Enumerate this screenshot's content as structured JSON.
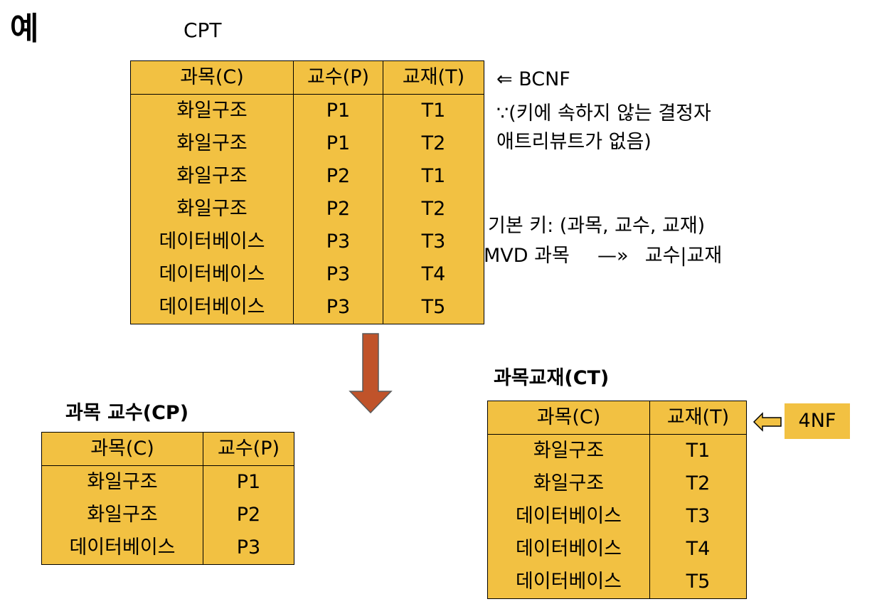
{
  "page_title": "예",
  "cpt": {
    "label": "CPT",
    "headers": [
      "과목(C)",
      "교수(P)",
      "교재(T)"
    ],
    "rows": [
      [
        "화일구조",
        "P1",
        "T1"
      ],
      [
        "화일구조",
        "P1",
        "T2"
      ],
      [
        "화일구조",
        "P2",
        "T1"
      ],
      [
        "화일구조",
        "P2",
        "T2"
      ],
      [
        "데이터베이스",
        "P3",
        "T3"
      ],
      [
        "데이터베이스",
        "P3",
        "T4"
      ],
      [
        "데이터베이스",
        "P3",
        "T5"
      ]
    ]
  },
  "notes": {
    "bcnf_line": "⇐ BCNF",
    "reason_line1": "∵(키에 속하지 않는 결정자",
    "reason_line2": "애트리뷰트가 없음)",
    "pk_line": "기본 키: (과목, 교수, 교재)",
    "mvd_prefix": "MVD 과목",
    "mvd_arrow": "—»",
    "mvd_suffix": "교수|교재"
  },
  "cp": {
    "label": "과목 교수(CP)",
    "headers": [
      "과목(C)",
      "교수(P)"
    ],
    "rows": [
      [
        "화일구조",
        "P1"
      ],
      [
        "화일구조",
        "P2"
      ],
      [
        "데이터베이스",
        "P3"
      ]
    ]
  },
  "ct": {
    "label": "과목교재(CT)",
    "headers": [
      "과목(C)",
      "교재(T)"
    ],
    "rows": [
      [
        "화일구조",
        "T1"
      ],
      [
        "화일구조",
        "T2"
      ],
      [
        "데이터베이스",
        "T3"
      ],
      [
        "데이터베이스",
        "T4"
      ],
      [
        "데이터베이스",
        "T5"
      ]
    ],
    "nf_badge": "4NF"
  },
  "colors": {
    "table_fill": "#f2c142",
    "arrow_fill": "#c0532a",
    "hollow_arrow_fill": "#f2c142"
  },
  "icons": {
    "decomposition_arrow": "down-arrow-icon",
    "badge_arrow": "left-arrow-icon"
  }
}
